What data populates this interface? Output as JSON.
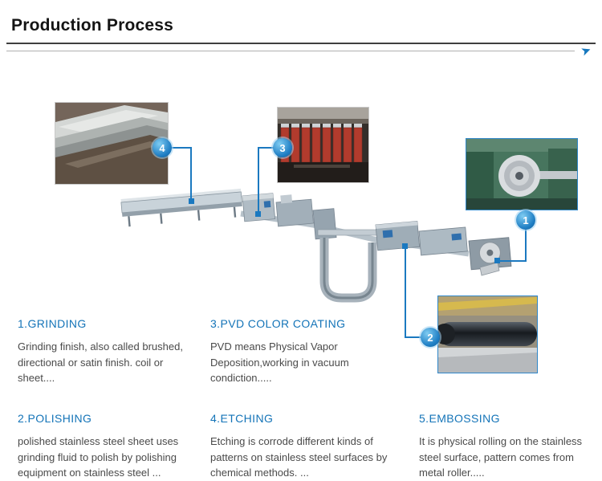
{
  "header": {
    "title": "Production Process",
    "arrow_icon": "➤"
  },
  "diagram": {
    "photos": [
      {
        "label": "steel coil decoiling machine"
      },
      {
        "label": "embossing metal roller"
      },
      {
        "label": "pvd color coating line"
      },
      {
        "label": "stacked stainless steel sheets"
      }
    ],
    "callouts": [
      {
        "n": "1"
      },
      {
        "n": "2"
      },
      {
        "n": "3"
      },
      {
        "n": "4"
      }
    ],
    "accent_color": "#1b79c0"
  },
  "sections": [
    {
      "heading": "1.GRINDING",
      "body": "Grinding finish, also called brushed, directional or satin finish. coil or sheet...."
    },
    {
      "heading": "3.PVD COLOR COATING",
      "body": "PVD means Physical Vapor Deposition,working in vacuum condiction....."
    },
    {
      "heading": "2.POLISHING",
      "body": "polished stainless steel sheet uses grinding fluid to polish by polishing equipment on stainless steel ..."
    },
    {
      "heading": "4.ETCHING",
      "body": "Etching is corrode different kinds of patterns on stainless steel surfaces by chemical methods. ..."
    },
    {
      "heading": "5.EMBOSSING",
      "body": "It is physical rolling on the stainless steel surface, pattern comes from metal roller....."
    }
  ]
}
